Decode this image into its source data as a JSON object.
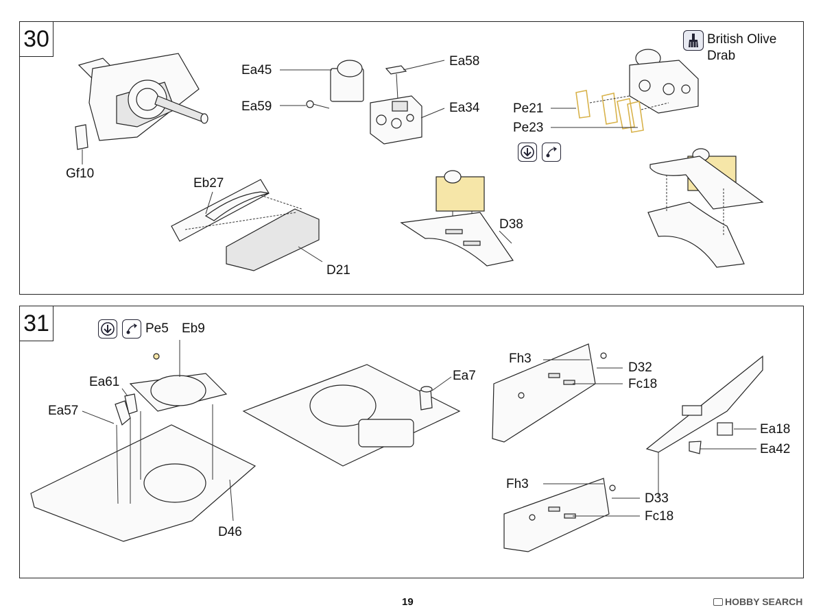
{
  "page_number": "19",
  "watermark": "HOBBY SEARCH",
  "steps": [
    {
      "number": "30",
      "labels": {
        "gf10": "Gf10",
        "ea45": "Ea45",
        "ea59": "Ea59",
        "ea58": "Ea58",
        "ea34": "Ea34",
        "pe21": "Pe21",
        "pe23": "Pe23",
        "eb27": "Eb27",
        "d21": "D21",
        "d38": "D38"
      },
      "paint_note": {
        "line1": "British Olive",
        "line2": "Drab"
      },
      "icons": [
        "paint-brush-icon",
        "fold-down-icon",
        "bend-icon"
      ]
    },
    {
      "number": "31",
      "labels": {
        "pe5": "Pe5",
        "eb9": "Eb9",
        "ea61": "Ea61",
        "ea57": "Ea57",
        "d46": "D46",
        "ea7": "Ea7",
        "fh3_top": "Fh3",
        "d32": "D32",
        "fc18_top": "Fc18",
        "ea18": "Ea18",
        "ea42": "Ea42",
        "fh3_bottom": "Fh3",
        "d33": "D33",
        "fc18_bottom": "Fc18"
      },
      "icons": [
        "fold-down-icon",
        "bend-icon"
      ]
    }
  ]
}
